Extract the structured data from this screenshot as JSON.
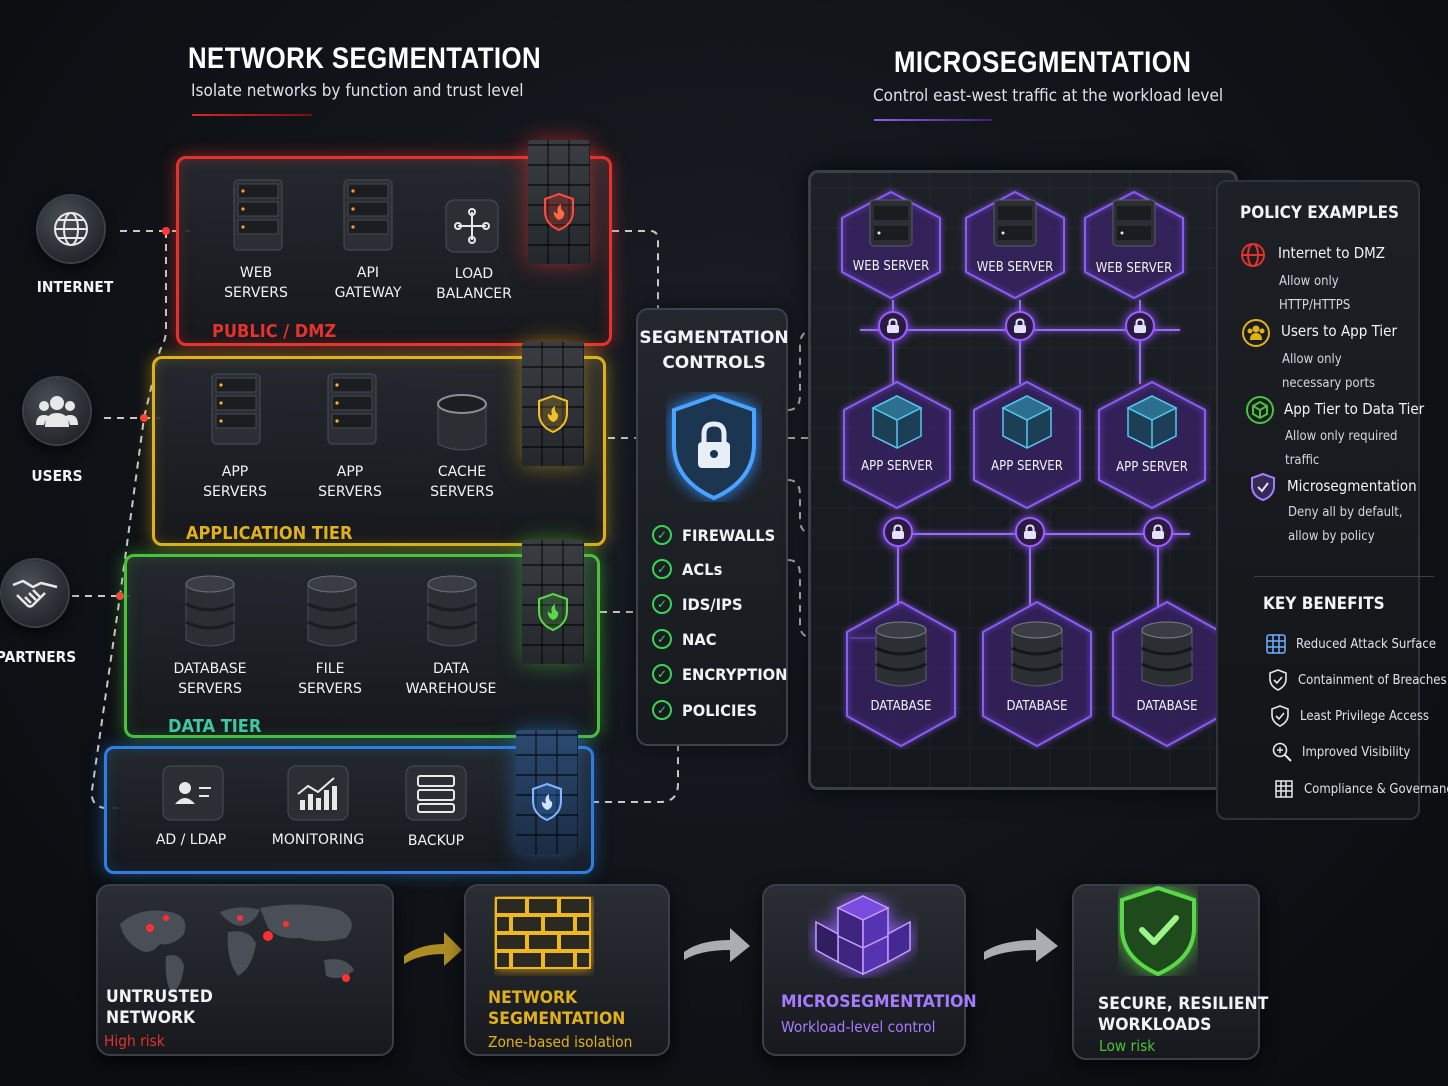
{
  "left_header": {
    "title": "NETWORK SEGMENTATION",
    "subtitle": "Isolate networks by function and trust level",
    "accent": "#e02424"
  },
  "right_header": {
    "title": "MICROSEGMENTATION",
    "subtitle": "Control east-west traffic at the workload level",
    "accent": "#8b5cf6"
  },
  "sources": [
    {
      "label": "INTERNET",
      "icon": "globe-icon"
    },
    {
      "label": "USERS",
      "icon": "users-icon"
    },
    {
      "label": "PARTNERS",
      "icon": "handshake-icon"
    }
  ],
  "tiers": {
    "dmz": {
      "label": "PUBLIC / DMZ",
      "color": "#e5322d",
      "items": [
        "WEB\nSERVERS",
        "API\nGATEWAY",
        "LOAD\nBALANCER"
      ]
    },
    "app": {
      "label": "APPLICATION TIER",
      "color": "#e0b11a",
      "items": [
        "APP\nSERVERS",
        "APP\nSERVERS",
        "CACHE\nSERVERS"
      ]
    },
    "data": {
      "label": "DATA TIER",
      "color": "#4cc13b",
      "items": [
        "DATABASE\nSERVERS",
        "FILE\nSERVERS",
        "DATA\nWAREHOUSE"
      ]
    },
    "mgmt": {
      "color": "#2f7fe0",
      "items": [
        "AD / LDAP",
        "MONITORING",
        "BACKUP"
      ]
    }
  },
  "controls": {
    "title": "SEGMENTATION\nCONTROLS",
    "items": [
      "FIREWALLS",
      "ACLs",
      "IDS/IPS",
      "NAC",
      "ENCRYPTION",
      "POLICIES"
    ],
    "check_color": "#39d353"
  },
  "micro": {
    "web": [
      "WEB SERVER",
      "WEB SERVER",
      "WEB SERVER"
    ],
    "app": [
      "APP SERVER",
      "APP SERVER",
      "APP SERVER"
    ],
    "db": [
      "DATABASE",
      "DATABASE",
      "DATABASE"
    ],
    "color": "#8b5cf6"
  },
  "policy": {
    "title": "POLICY EXAMPLES",
    "items": [
      {
        "title": "Internet to DMZ",
        "desc": "Allow only HTTP/HTTPS",
        "icon": "globe-icon",
        "color": "#e5322d"
      },
      {
        "title": "Users to App Tier",
        "desc": "Allow only necessary ports",
        "icon": "users-icon",
        "color": "#e0b11a"
      },
      {
        "title": "App Tier to Data Tier",
        "desc": "Allow only required traffic",
        "icon": "cube-icon",
        "color": "#4cc13b"
      },
      {
        "title": "Microsegmentation",
        "desc": "Deny all by default,\nallow by policy",
        "icon": "shield-icon",
        "color": "#8b5cf6"
      }
    ]
  },
  "benefits": {
    "title": "KEY BENEFITS",
    "items": [
      {
        "label": "Reduced Attack Surface",
        "icon": "grid-icon"
      },
      {
        "label": "Containment of Breaches",
        "icon": "shield-icon"
      },
      {
        "label": "Least Privilege Access",
        "icon": "shield-icon"
      },
      {
        "label": "Improved Visibility",
        "icon": "magnifier-icon"
      },
      {
        "label": "Compliance & Governance",
        "icon": "building-icon"
      }
    ]
  },
  "flow": [
    {
      "title": "UNTRUSTED\nNETWORK",
      "sub": "High risk",
      "title_color": "#f1f3f5",
      "sub_color": "#e5322d"
    },
    {
      "title": "NETWORK\nSEGMENTATION",
      "sub": "Zone-based isolation",
      "title_color": "#e0b11a",
      "sub_color": "#e0b11a"
    },
    {
      "title": "MICROSEGMENTATION",
      "sub": "Workload-level control",
      "title_color": "#a67bff",
      "sub_color": "#a67bff"
    },
    {
      "title": "SECURE, RESILIENT\nWORKLOADS",
      "sub": "Low risk",
      "title_color": "#f1f3f5",
      "sub_color": "#4cc13b"
    }
  ]
}
